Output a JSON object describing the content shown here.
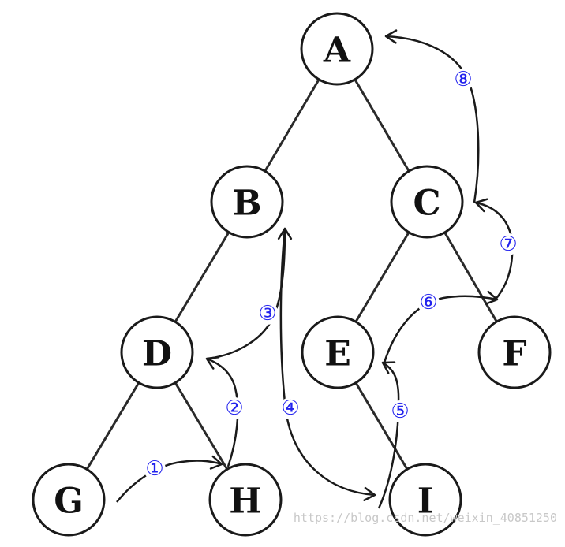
{
  "nodes": [
    {
      "id": "A",
      "label": "A"
    },
    {
      "id": "B",
      "label": "B"
    },
    {
      "id": "C",
      "label": "C"
    },
    {
      "id": "D",
      "label": "D"
    },
    {
      "id": "E",
      "label": "E"
    },
    {
      "id": "F",
      "label": "F"
    },
    {
      "id": "G",
      "label": "G"
    },
    {
      "id": "H",
      "label": "H"
    },
    {
      "id": "I",
      "label": "I"
    }
  ],
  "edges": [
    {
      "from": "A",
      "to": "B"
    },
    {
      "from": "A",
      "to": "C"
    },
    {
      "from": "B",
      "to": "D"
    },
    {
      "from": "C",
      "to": "E"
    },
    {
      "from": "C",
      "to": "F"
    },
    {
      "from": "D",
      "to": "G"
    },
    {
      "from": "D",
      "to": "H"
    },
    {
      "from": "E",
      "to": "I"
    }
  ],
  "steps": [
    {
      "id": "s1",
      "label": "①",
      "from": "G",
      "to": "H"
    },
    {
      "id": "s2",
      "label": "②",
      "from": "H",
      "to": "D"
    },
    {
      "id": "s3",
      "label": "③",
      "from": "D",
      "to": "B"
    },
    {
      "id": "s4",
      "label": "④",
      "from": "B",
      "to": "I"
    },
    {
      "id": "s5",
      "label": "⑤",
      "from": "I",
      "to": "E"
    },
    {
      "id": "s6",
      "label": "⑥",
      "from": "E",
      "to": "F"
    },
    {
      "id": "s7",
      "label": "⑦",
      "from": "F",
      "to": "C"
    },
    {
      "id": "s8",
      "label": "⑧",
      "from": "C",
      "to": "A"
    }
  ],
  "colors": {
    "step_label": "#2222ee",
    "line": "#1a1a1a"
  },
  "watermark": "https://blog.csdn.net/weixin_40851250"
}
